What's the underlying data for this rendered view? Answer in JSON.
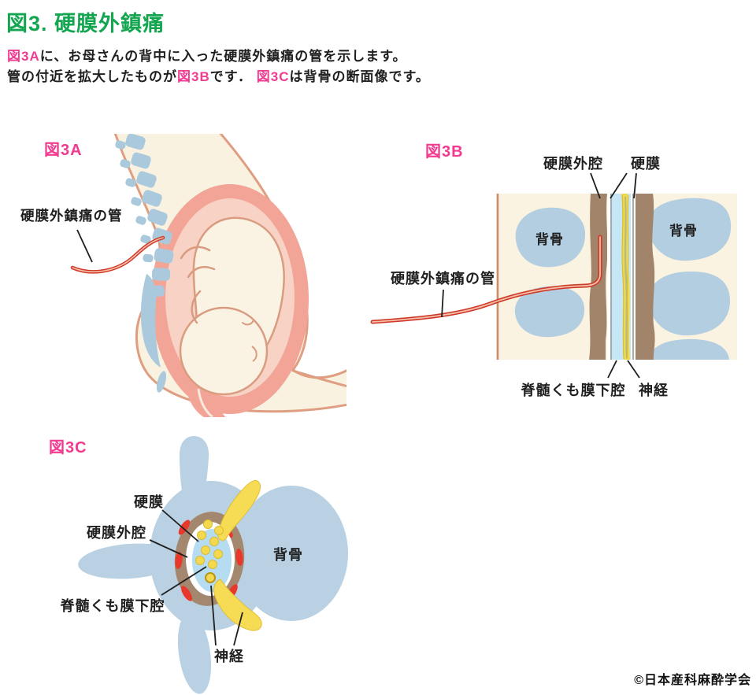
{
  "page": {
    "title": "図3. 硬膜外鎮痛",
    "copyright": "©日本産科麻酔学会",
    "colors": {
      "title_green": "#13a550",
      "figure_label_pink": "#f13a90",
      "text_black": "#1f1f1f",
      "catheter_red": "#d23826",
      "bone_blue": "#b3cee0",
      "body_cream": "#f9f2e1",
      "skin_salmon": "#df9e82",
      "uterus_pink": "#f2a496",
      "epidural_brown": "#a2846a",
      "nerve_yellow": "#f0d84c",
      "csf_blue": "#c5e6f4",
      "dura_grey": "#8e9498",
      "nerve_spot_red": "#e8382b"
    }
  },
  "intro": {
    "line1_parts": [
      {
        "t": "図3A",
        "hl": true
      },
      {
        "t": "に、お母さんの背中に入った硬膜外鎮痛の管を示します。",
        "hl": false
      }
    ],
    "line2_parts": [
      {
        "t": "管の付近を拡大したものが",
        "hl": false
      },
      {
        "t": "図3B",
        "hl": true
      },
      {
        "t": "です． ",
        "hl": false
      },
      {
        "t": "図3C",
        "hl": true
      },
      {
        "t": "は背骨の断面像です。",
        "hl": false
      }
    ]
  },
  "figure_a": {
    "label": "図3A",
    "annotations": {
      "catheter": "硬膜外鎮痛の管"
    }
  },
  "figure_b": {
    "label": "図3B",
    "annotations": {
      "epidural_space": "硬膜外腔",
      "dura": "硬膜",
      "spine_left": "背骨",
      "spine_right": "背骨",
      "catheter": "硬膜外鎮痛の管",
      "subarachnoid": "脊髄くも膜下腔",
      "nerve": "神経"
    }
  },
  "figure_c": {
    "label": "図3C",
    "annotations": {
      "dura": "硬膜",
      "epidural_space": "硬膜外腔",
      "subarachnoid": "脊髄くも膜下腔",
      "spine": "背骨",
      "nerve": "神経"
    }
  }
}
